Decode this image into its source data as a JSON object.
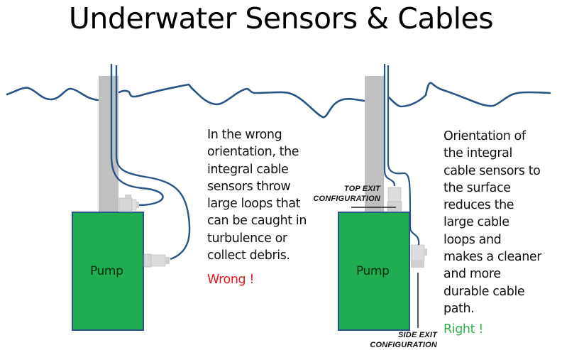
{
  "title": "Underwater Sensors & Cables",
  "colors": {
    "water_line": "#2a5485",
    "cable": "#2a5485",
    "pipe": "#c0c0c0",
    "pump_fill": "#1fad52",
    "pump_border": "#2a5485",
    "sensor": "#d9d9d9",
    "wrong": "#e3191b",
    "right": "#2fb24c"
  },
  "left_panel": {
    "pump_label": "Pump",
    "description": "In the wrong orientation, the integral cable sensors throw large loops that can be caught in turbulence or collect debris.",
    "description_lines": [
      "In the wrong",
      "orientation, the",
      "integral cable",
      "sensors throw",
      "large loops that",
      "can be caught in",
      "turbulence or",
      "collect debris."
    ],
    "verdict": "Wrong !"
  },
  "right_panel": {
    "pump_label": "Pump",
    "top_exit_callout": [
      "TOP EXIT",
      "CONFIGURATION"
    ],
    "side_exit_callout": [
      "SIDE EXIT",
      "CONFIGURATION"
    ],
    "description_lines": [
      "Orientation of",
      "the integral",
      "cable sensors to",
      "the surface",
      "reduces the",
      "large cable",
      "loops and",
      "makes a cleaner",
      "and more",
      "durable cable",
      "path."
    ],
    "verdict": "Right !"
  }
}
